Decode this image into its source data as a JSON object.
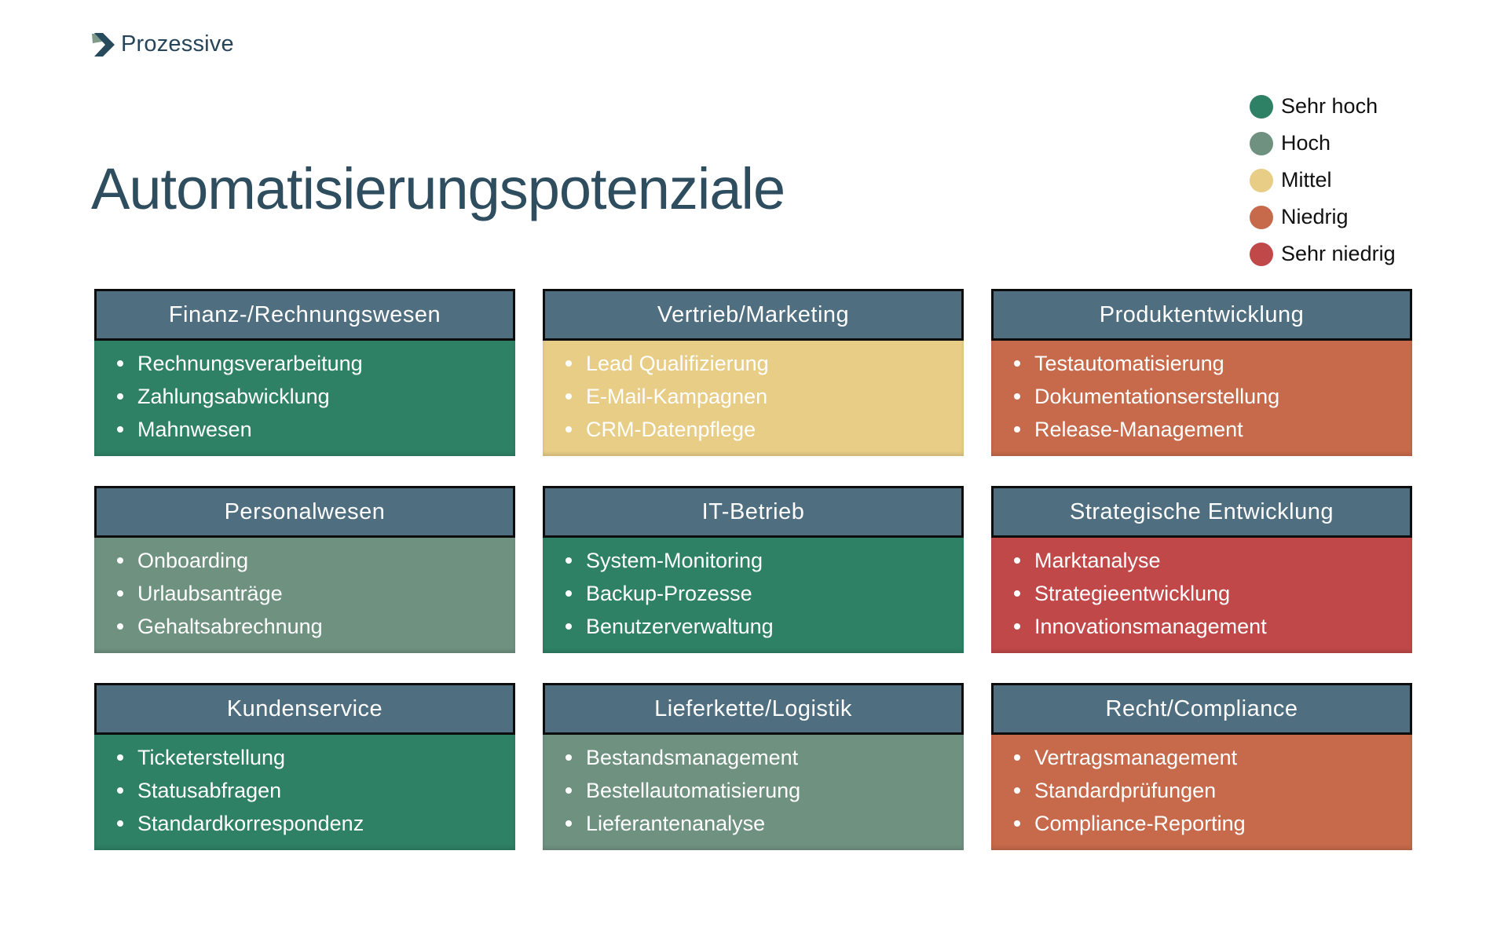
{
  "logo": {
    "text": "Prozessive"
  },
  "title": "Automatisierungspotenziale",
  "legend": {
    "items": [
      {
        "label": "Sehr hoch",
        "color": "#2e8165"
      },
      {
        "label": "Hoch",
        "color": "#6f9180"
      },
      {
        "label": "Mittel",
        "color": "#e8cd86"
      },
      {
        "label": "Niedrig",
        "color": "#c66a4b"
      },
      {
        "label": "Sehr niedrig",
        "color": "#c04848"
      }
    ]
  },
  "colors": {
    "header_bg": "#4f6e7f",
    "header_border": "#0d0d0d",
    "title_text": "#2e4d5e",
    "sehr_hoch": "#2e8165",
    "hoch": "#6f9180",
    "mittel": "#e8cd86",
    "niedrig": "#c66a4b",
    "sehr_niedrig": "#c04848"
  },
  "cards": [
    {
      "title": "Finanz-/Rechnungswesen",
      "level": "Sehr hoch",
      "color": "#2e8165",
      "items": [
        "Rechnungsverarbeitung",
        "Zahlungsabwicklung",
        "Mahnwesen"
      ]
    },
    {
      "title": "Vertrieb/Marketing",
      "level": "Mittel",
      "color": "#e8cd86",
      "items": [
        "Lead Qualifizierung",
        "E-Mail-Kampagnen",
        "CRM-Datenpflege"
      ]
    },
    {
      "title": "Produktentwicklung",
      "level": "Niedrig",
      "color": "#c66a4b",
      "items": [
        "Testautomatisierung",
        "Dokumentationserstellung",
        "Release-Management"
      ]
    },
    {
      "title": "Personalwesen",
      "level": "Hoch",
      "color": "#6f9180",
      "items": [
        "Onboarding",
        "Urlaubsanträge",
        "Gehaltsabrechnung"
      ]
    },
    {
      "title": "IT-Betrieb",
      "level": "Sehr hoch",
      "color": "#2e8165",
      "items": [
        "System-Monitoring",
        "Backup-Prozesse",
        "Benutzerverwaltung"
      ]
    },
    {
      "title": "Strategische Entwicklung",
      "level": "Sehr niedrig",
      "color": "#c04848",
      "items": [
        "Marktanalyse",
        "Strategieentwicklung",
        "Innovationsmanagement"
      ]
    },
    {
      "title": "Kundenservice",
      "level": "Sehr hoch",
      "color": "#2e8165",
      "items": [
        "Ticketerstellung",
        "Statusabfragen",
        "Standardkorrespondenz"
      ]
    },
    {
      "title": "Lieferkette/Logistik",
      "level": "Hoch",
      "color": "#6f9180",
      "items": [
        "Bestandsmanagement",
        "Bestellautomatisierung",
        "Lieferantenanalyse"
      ]
    },
    {
      "title": "Recht/Compliance",
      "level": "Niedrig",
      "color": "#c66a4b",
      "items": [
        "Vertragsmanagement",
        "Standardprüfungen",
        "Compliance-Reporting"
      ]
    }
  ]
}
